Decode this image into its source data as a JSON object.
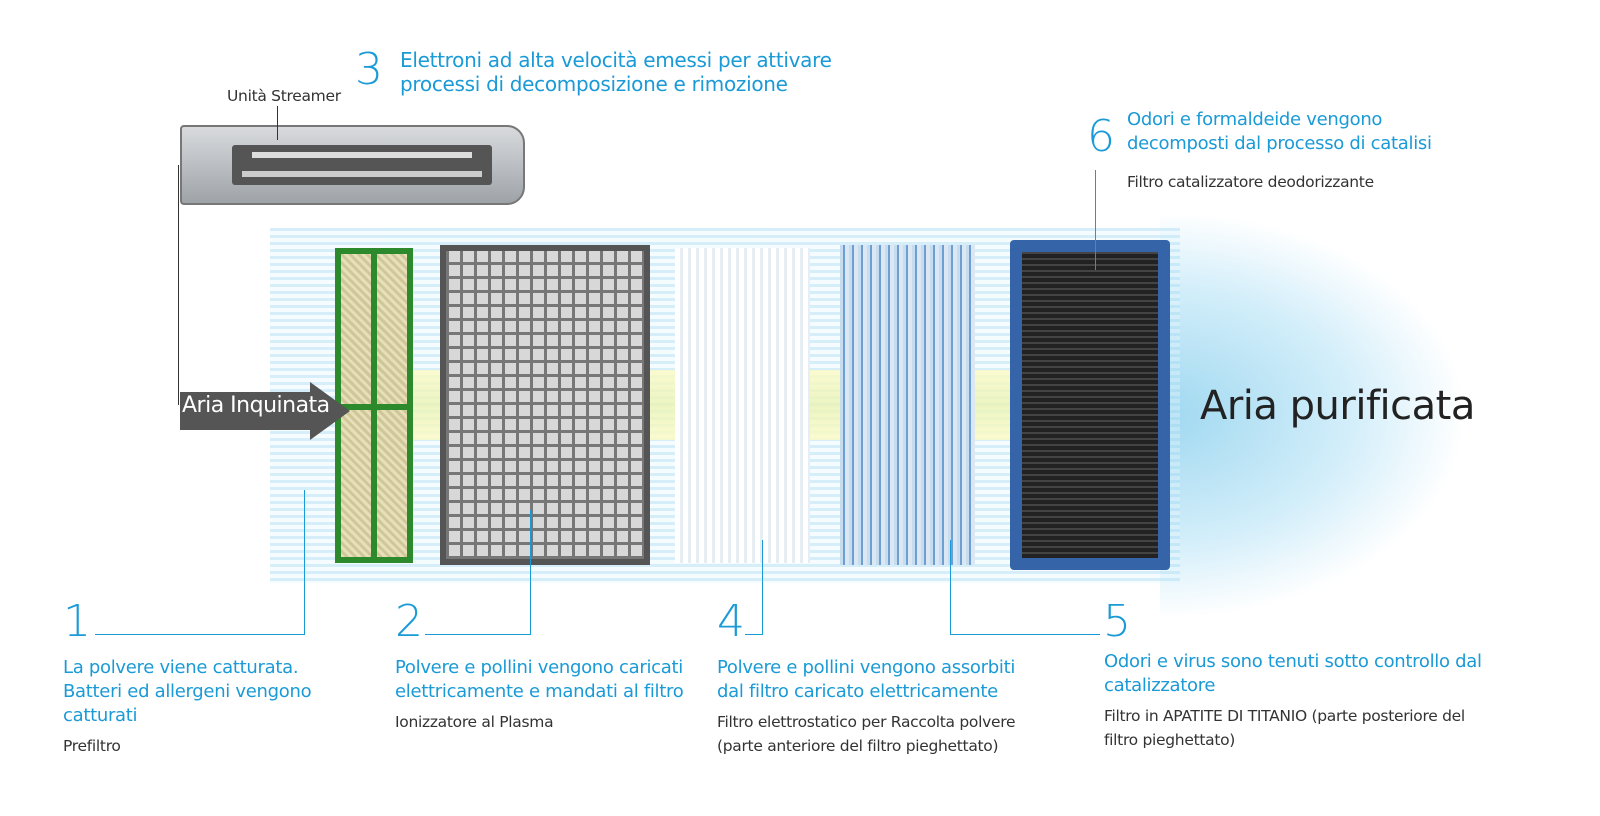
{
  "top": {
    "number": "3",
    "heading_line1": "Elettroni ad alta velocità emessi per attivare",
    "heading_line2": "processi di decomposizione e rimozione",
    "unit_label": "Unità Streamer"
  },
  "arrow_label": "Aria Inquinata",
  "output_label": "Aria purificata",
  "step6": {
    "number": "6",
    "heading_line1": "Odori e formaldeide vengono",
    "heading_line2": "decomposti dal processo di catalisi",
    "sub": "Filtro catalizzatore deodorizzante"
  },
  "steps": [
    {
      "number": "1",
      "heading": [
        "La polvere viene catturata.",
        "Batteri ed allergeni vengono",
        "catturati"
      ],
      "sub": [
        "Prefiltro"
      ]
    },
    {
      "number": "2",
      "heading": [
        "Polvere e pollini vengono caricati",
        "elettricamente e mandati al filtro"
      ],
      "sub": [
        "Ionizzatore al  Plasma"
      ]
    },
    {
      "number": "4",
      "heading": [
        "Polvere e pollini vengono assorbiti",
        "dal filtro caricato elettricamente"
      ],
      "sub": [
        "Filtro elettrostatico per Raccolta polvere",
        "(parte anteriore del filtro pieghettato)"
      ]
    },
    {
      "number": "5",
      "heading": [
        "Odori e virus sono tenuti sotto controllo dal",
        "catalizzatore"
      ],
      "sub": [
        "Filtro in APATITE DI TITANIO (parte posteriore del",
        "filtro pieghettato)"
      ]
    }
  ],
  "colors": {
    "accent": "#1a9ad6",
    "arrow": "#555555"
  }
}
